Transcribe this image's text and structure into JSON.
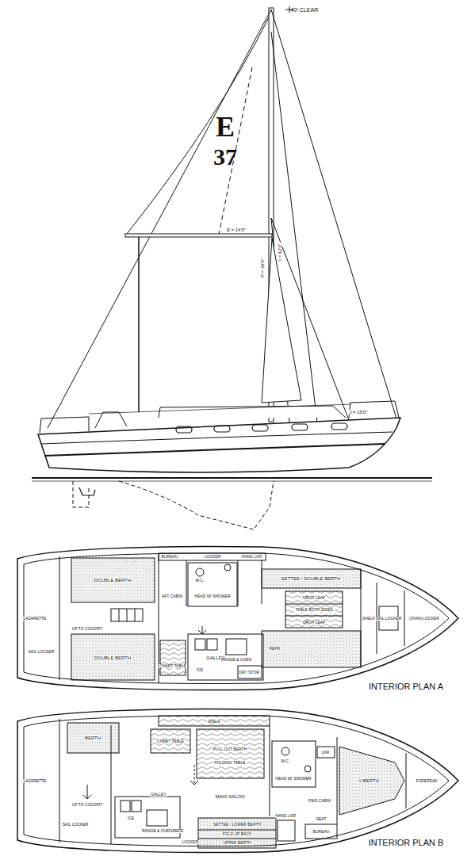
{
  "diagram": {
    "labels": [
      "40' CLEAR",
      "E",
      "37",
      "P = 36'0\"",
      "I = 42'0\"",
      "E = 14'0\"",
      "J = 15'0\"",
      "BUREAU",
      "LOCKER",
      "HANG LKR.",
      "DOUBLE BERTH",
      "AFT CABIN",
      "W.C.",
      "HEAD W/ SHOWER",
      "SETTEE / DOUBLE BERTH",
      "DROP LEAF",
      "TABLE BOTH SIDES",
      "DROP LEAF",
      "SHELF",
      "SAIL LOCKER",
      "CHAIN LOCKER",
      "LAZARETTE",
      "UP TO COCKPIT",
      "SAIL LOCKER",
      "DOUBLE BERTH",
      "GALLEY",
      "RANGE & OVEN",
      "REFR.",
      "CHART TABLE",
      "ICE",
      "DRY STOR.",
      "INTERIOR PLAN A",
      "SHELF",
      "BERTH",
      "CHART TABLE",
      "PULL OUT BERTH",
      "FOLDING TABLE",
      "MAIN SALON",
      "W.C.",
      "HEAD W/ SHOWER",
      "LKR.",
      "FWD CABIN",
      "V-BERTH",
      "FOREPEAK",
      "LAZARETTE",
      "UP TO COCKPIT",
      "SAIL LOCKER",
      "GALLEY",
      "RANGE & OVEN",
      "ICE",
      "REFR.",
      "SETTEE / LOWER BERTH",
      "FOLD UP BACK",
      "UPPER BERTH",
      "HANG LKR.",
      "SEAT",
      "BUREAU",
      "LOCKER",
      "INTERIOR PLAN B"
    ]
  }
}
